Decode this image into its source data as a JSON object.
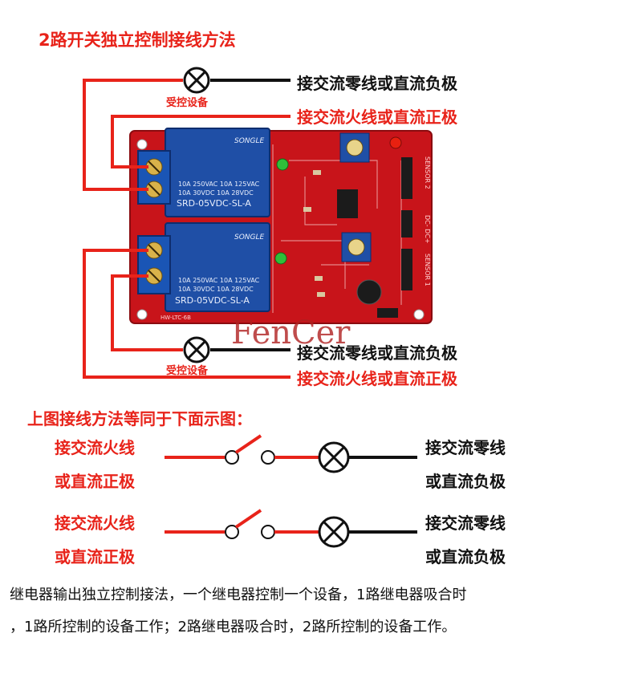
{
  "title": "2路开关独立控制接线方法",
  "top": {
    "neutral_label": "接交流零线或直流负极",
    "live_label": "接交流火线或直流正极",
    "device_label": "受控设备"
  },
  "bottom": {
    "neutral_label": "接交流零线或直流负极",
    "live_label": "接交流火线或直流正极",
    "device_label": "受控设备"
  },
  "board": {
    "relay1_brand": "SONGLE",
    "relay1_specs": [
      "10A 250VAC  10A 125VAC",
      "10A 30VDC   10A 28VDC"
    ],
    "relay1_model": "SRD-05VDC-SL-A",
    "relay2_brand": "SONGLE",
    "relay2_specs": [
      "10A 250VAC  10A 125VAC",
      "10A 30VDC   10A 28VDC"
    ],
    "relay2_model": "SRD-05VDC-SL-A",
    "sensor1": "SENSOR 1",
    "sensor2": "SENSOR 2",
    "power": "DC- DC+",
    "pcb_label": "HW-LTC-6B"
  },
  "watermark": "FenCer",
  "equivalent_title": "上图接线方法等同于下面示图：",
  "circuit1": {
    "left_line1": "接交流火线",
    "left_line2": "或直流正极",
    "right_line1": "接交流零线",
    "right_line2": "或直流负极"
  },
  "circuit2": {
    "left_line1": "接交流火线",
    "left_line2": "或直流正极",
    "right_line1": "接交流零线",
    "right_line2": "或直流负极"
  },
  "description": {
    "line1": "继电器输出独立控制接法，一个继电器控制一个设备，1路继电器吸合时",
    "line2": "，1路所控制的设备工作；2路继电器吸合时，2路所控制的设备工作。"
  },
  "colors": {
    "live": "#e8231a",
    "neutral": "#111111",
    "board": "#c8141a",
    "relay": "#1f4fa6",
    "terminal": "#1a55b5"
  }
}
